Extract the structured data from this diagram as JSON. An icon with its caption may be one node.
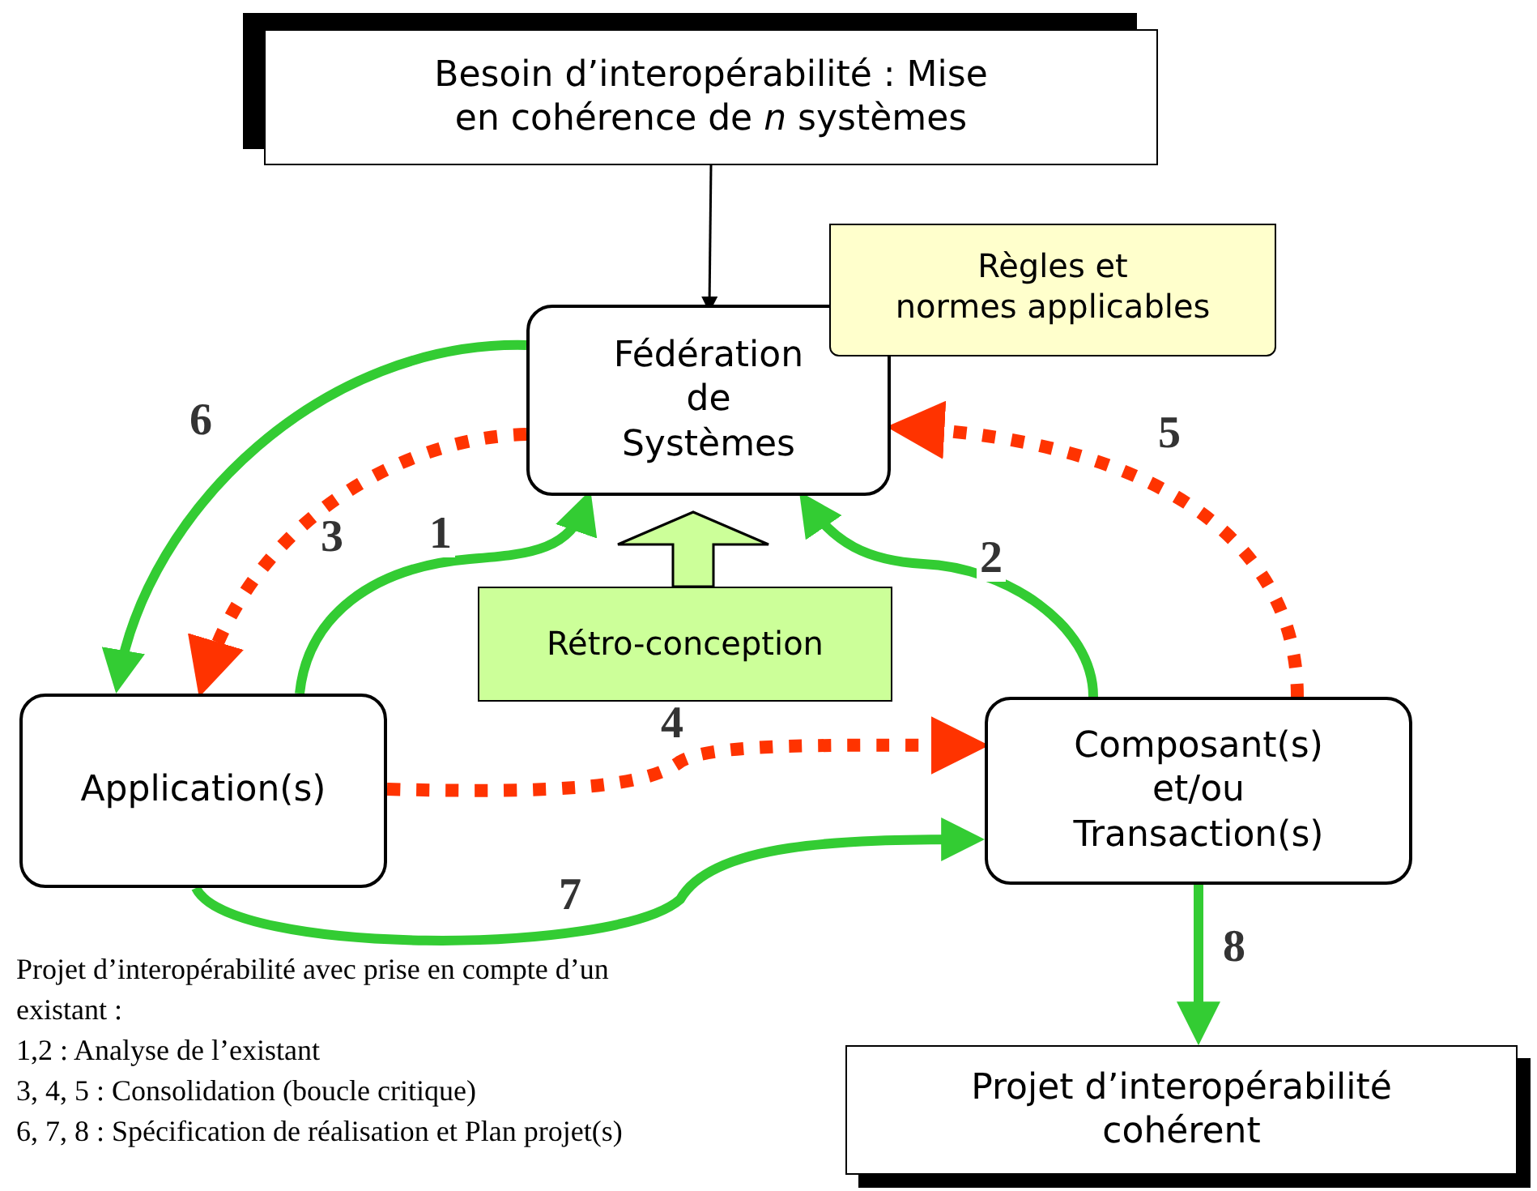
{
  "diagram": {
    "nodes": [
      {
        "text": [
          "Besoin d’interopérabilité : Mise en cohérence de *n* systèmes"
        ]
      },
      {
        "text": [
          "Fédération de Systèmes"
        ]
      },
      {
        "text": [
          "Règles et normes applicables"
        ]
      },
      {
        "text": [
          "Rétro-conception"
        ]
      },
      {
        "text": [
          "Application(s)"
        ]
      },
      {
        "text": [
          "Composant(s) et/ou Transaction(s)"
        ]
      },
      {
        "text": [
          "Projet d’interopérabilité cohérent"
        ]
      }
    ],
    "edges": [
      {
        "from": 0,
        "to": 1,
        "arrow": "to",
        "color": "#000000"
      },
      {
        "from": 4,
        "to": 1,
        "arrow": "to",
        "label": "1"
      },
      {
        "from": 5,
        "to": 1,
        "arrow": "to",
        "label": "2"
      },
      {
        "from": 1,
        "to": 4,
        "arrow": "to",
        "label": "3",
        "style": "dashed",
        "color": "#ff3300"
      },
      {
        "from": 4,
        "to": 5,
        "arrow": "to",
        "label": "4",
        "style": "dashed",
        "color": "#ff3300"
      },
      {
        "from": 5,
        "to": 1,
        "arrow": "to",
        "label": "5",
        "style": "dashed",
        "color": "#ff3300"
      },
      {
        "from": 1,
        "to": 4,
        "arrow": "to",
        "label": "6"
      },
      {
        "from": 4,
        "to": 5,
        "arrow": "to",
        "label": "7"
      },
      {
        "from": 5,
        "to": 6,
        "arrow": "to",
        "label": "8"
      },
      {
        "from": 3,
        "to": 1,
        "arrow": "to",
        "color": "#ccff99"
      }
    ],
    "labels": [
      "Projet d’interopérabilité avec prise en compte d’un existant :",
      "1,2 : Analyse de l’existant",
      "3, 4, 5 : Consolidation (boucle critique)",
      "6, 7, 8 : Spécification de réalisation et Plan projet(s)"
    ]
  }
}
